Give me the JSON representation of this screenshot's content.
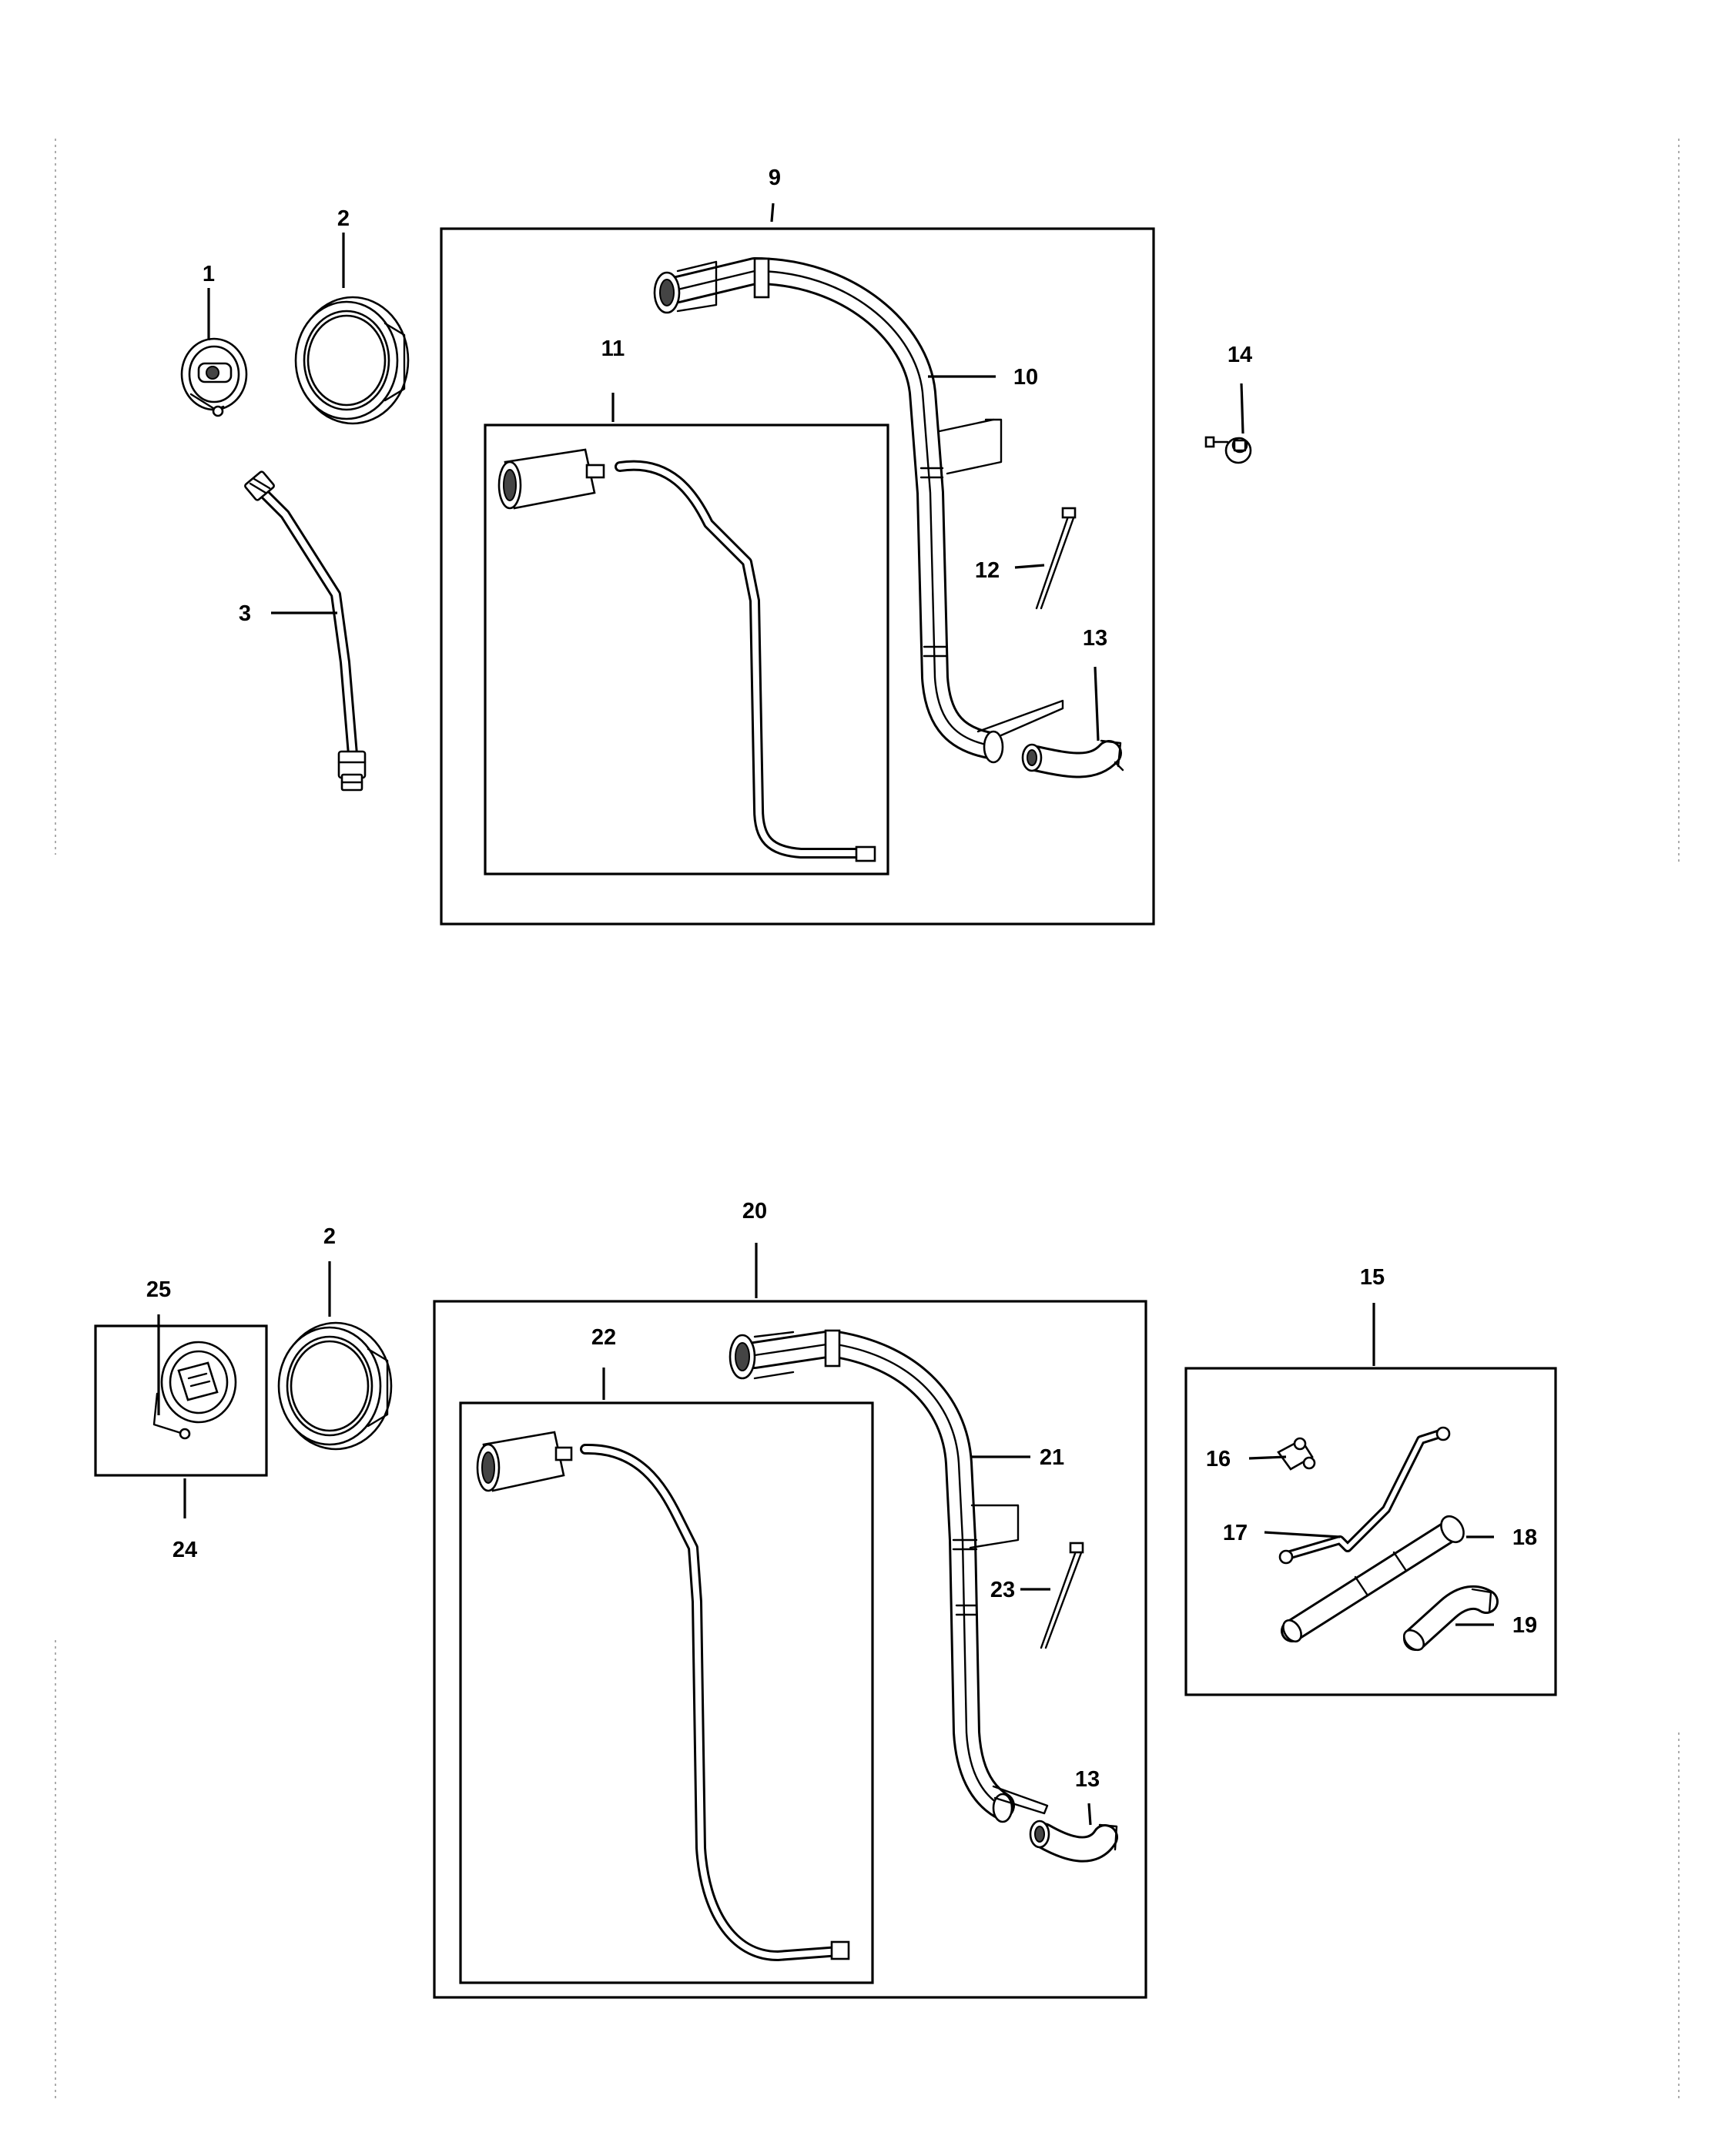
{
  "diagram": {
    "callouts": {
      "c1": "1",
      "c2": "2",
      "c3": "3",
      "c9": "9",
      "c10": "10",
      "c11": "11",
      "c12": "12",
      "c13": "13",
      "c14": "14",
      "c2b": "2",
      "c15": "15",
      "c16": "16",
      "c17": "17",
      "c18": "18",
      "c19": "19",
      "c20": "20",
      "c21": "21",
      "c22": "22",
      "c23": "23",
      "c13b": "13",
      "c24": "24",
      "c25": "25"
    },
    "colors": {
      "ink": "#000000",
      "background": "#ffffff"
    }
  }
}
